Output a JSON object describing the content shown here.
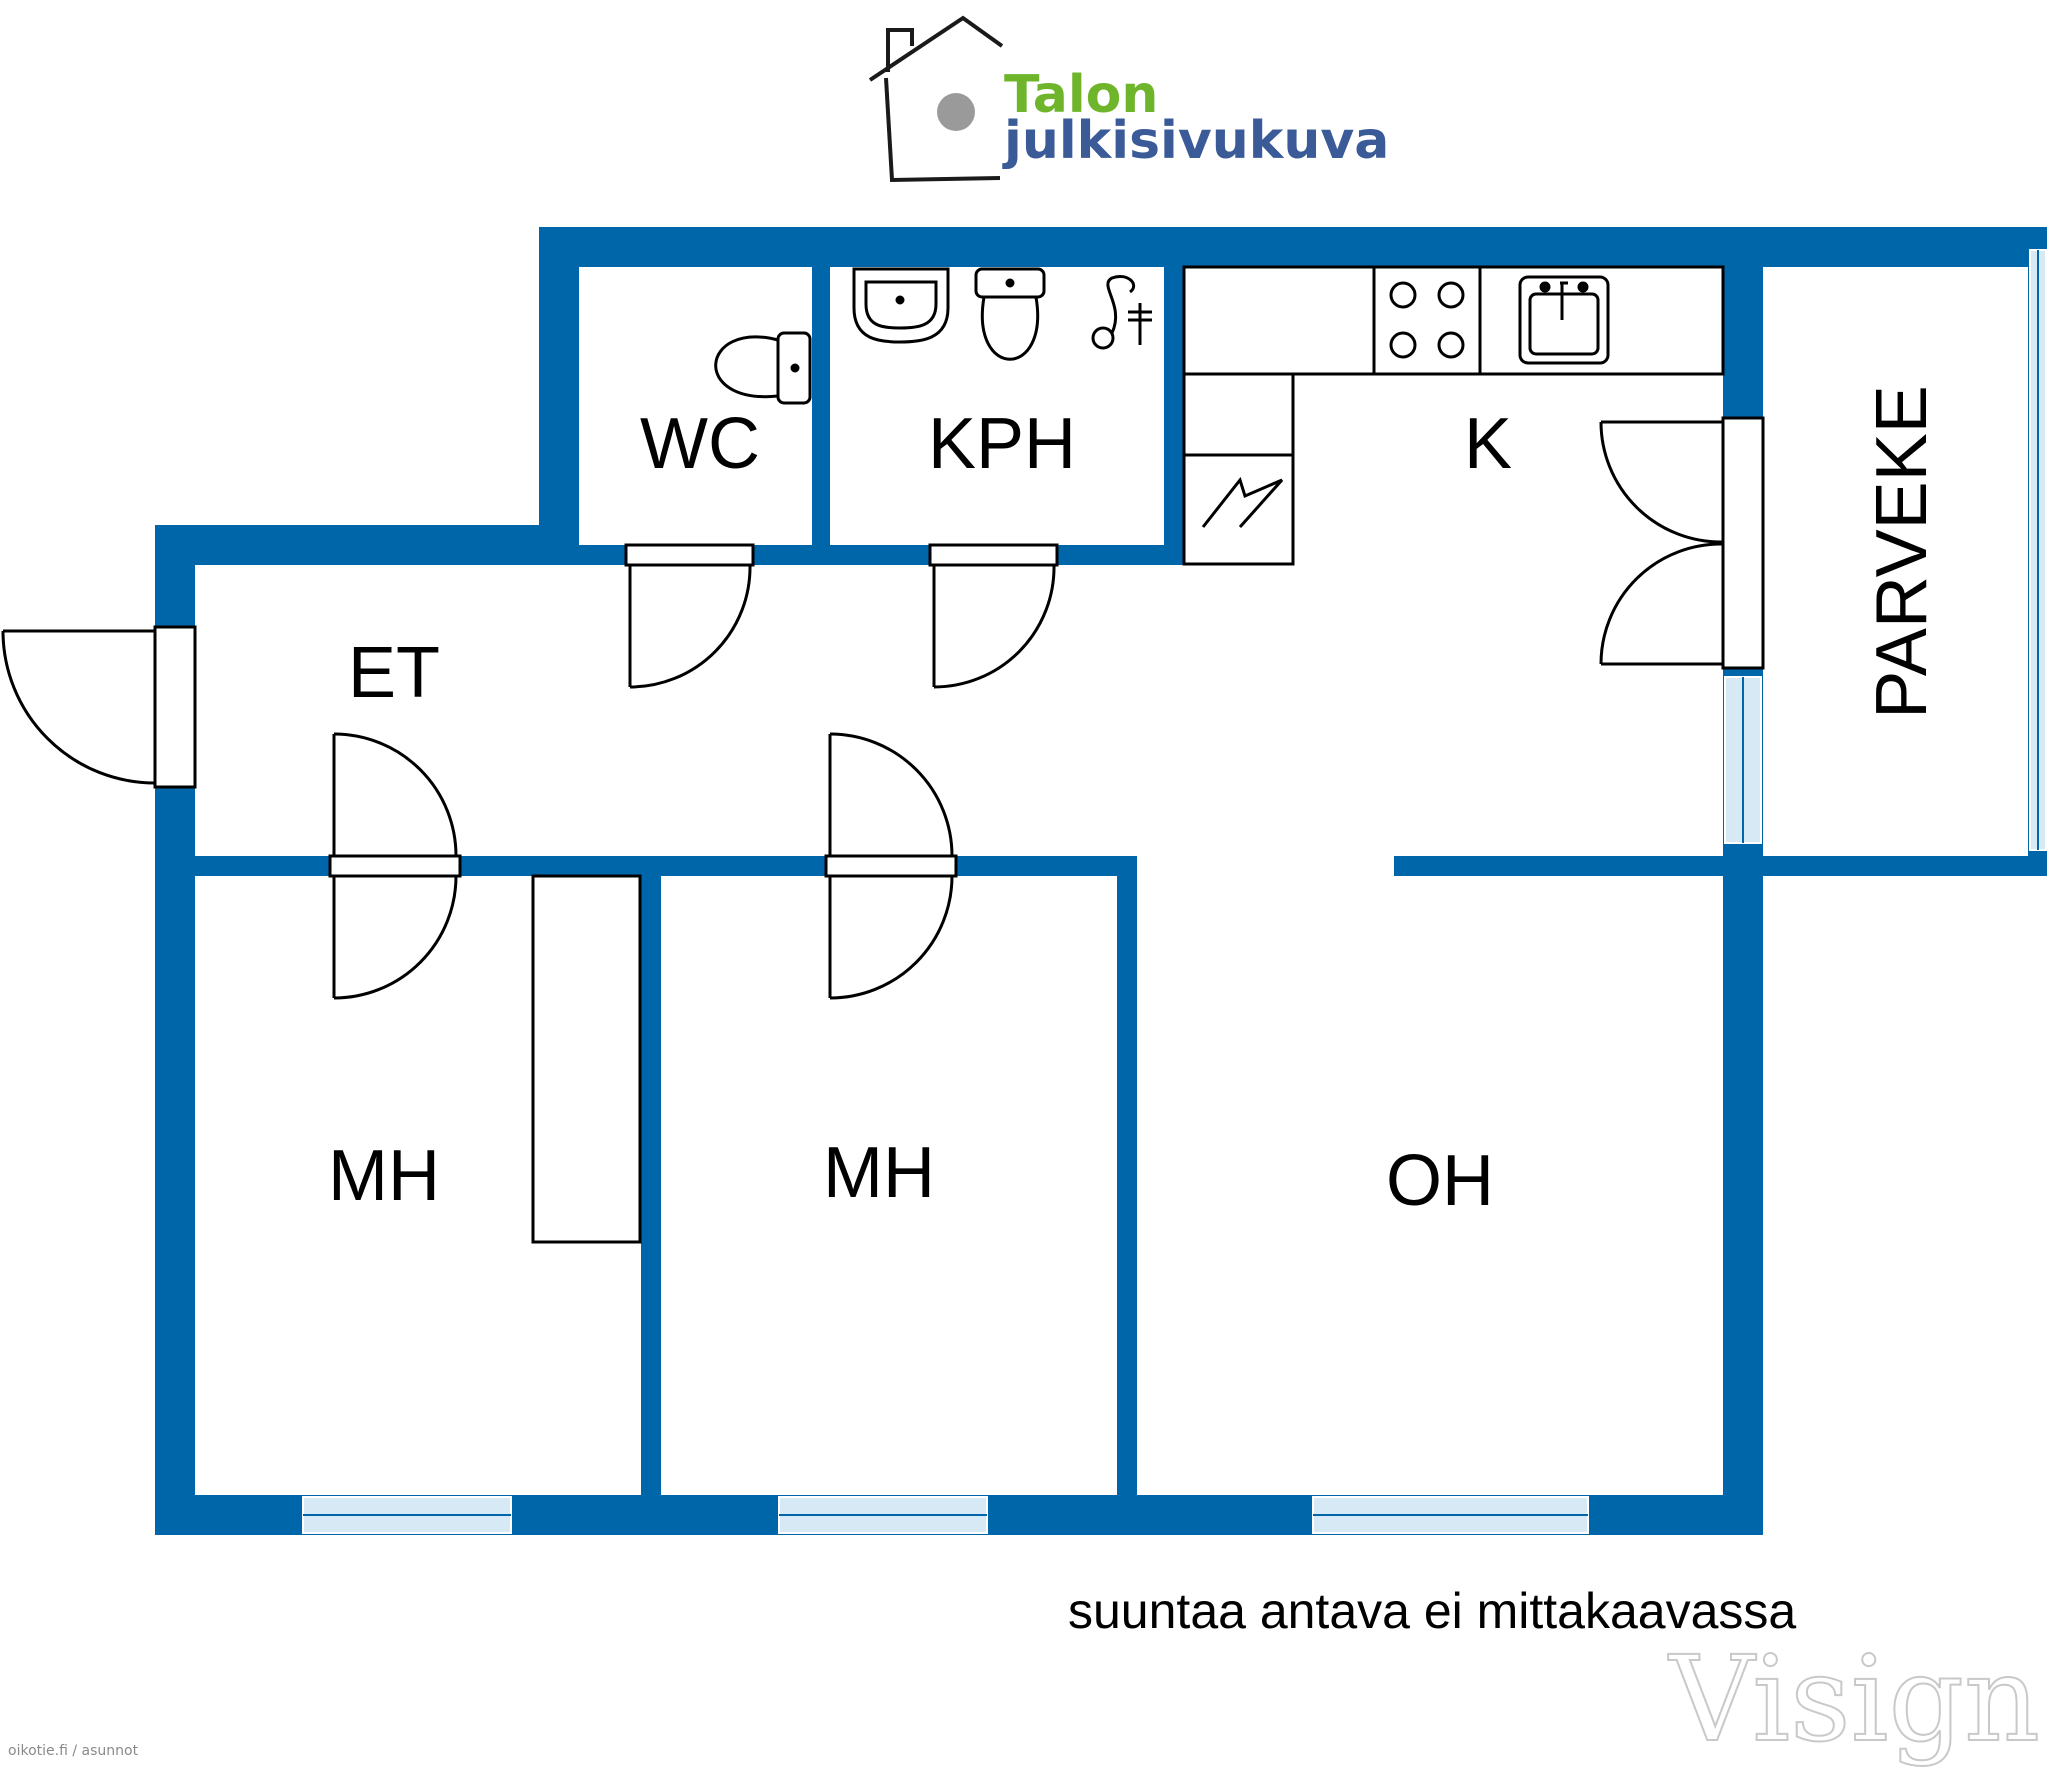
{
  "logo": {
    "line1": "Talon",
    "line2": "julkisivukuva",
    "line1_color": "#6fb52c",
    "line2_color": "#3a5a98",
    "icon": "house-outline-icon"
  },
  "colors": {
    "wall": "#0066aa",
    "fixture_line": "#000000",
    "window_fill": "#d7e9f5",
    "background": "#ffffff"
  },
  "rooms": {
    "wc": "WC",
    "kph": "KPH",
    "k": "K",
    "et": "ET",
    "mh1": "MH",
    "mh2": "MH",
    "oh": "OH",
    "parveke": "PARVEKE"
  },
  "fixtures": [
    "toilet-icon",
    "sink-icon",
    "shower-icon",
    "stove-icon",
    "kitchen-sink-icon",
    "electrical-panel-icon",
    "wardrobe"
  ],
  "note": "suuntaa antava ei mittakaavassa",
  "watermark": "Visign",
  "credit": "oikotie.fi / asunnot"
}
